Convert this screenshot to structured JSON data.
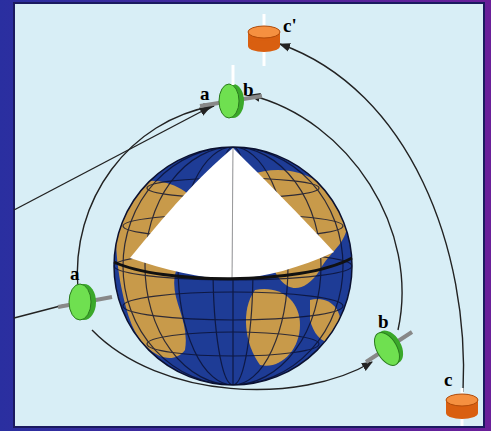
{
  "diagram": {
    "labels": [
      "c'",
      "a",
      "b",
      "a",
      "b",
      "c"
    ]
  }
}
